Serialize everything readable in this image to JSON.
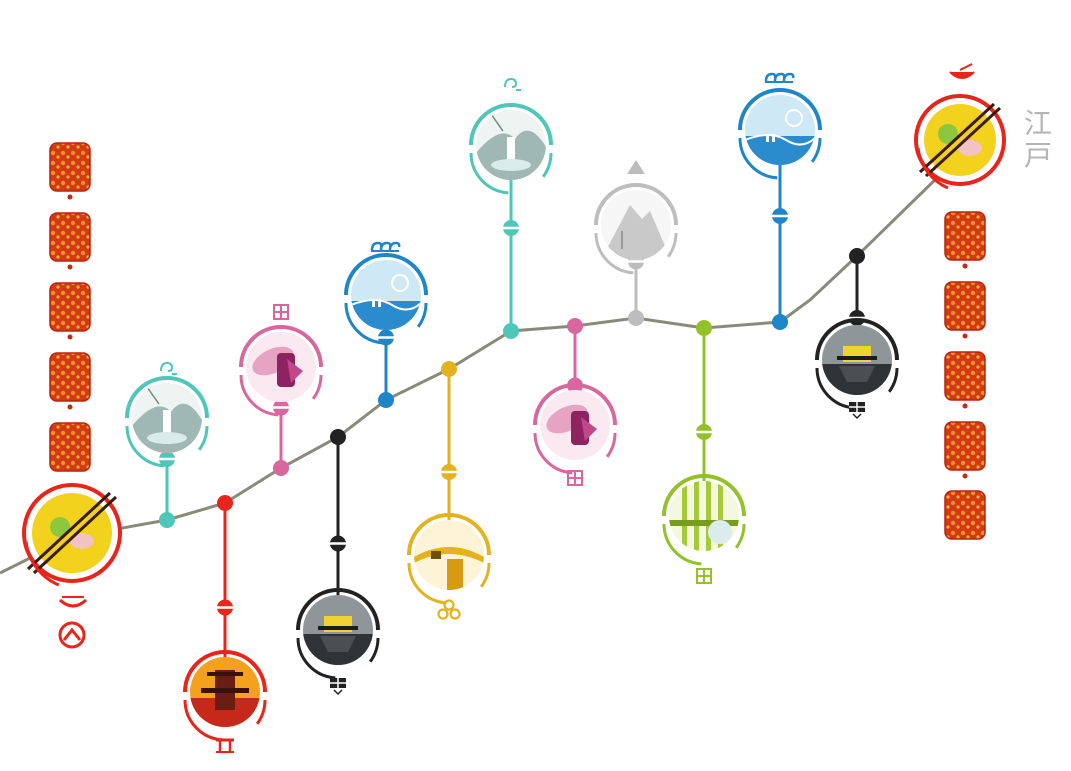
{
  "terminal_text": {
    "edo_char_1": "江",
    "edo_char_2": "戸"
  },
  "colors": {
    "route": "#8a8a7a",
    "teal": "#4ec6b8",
    "red": "#e8241b",
    "pink": "#d9679e",
    "black": "#222222",
    "blue": "#1e86c8",
    "gold": "#e4b21e",
    "grey": "#bdbdbd",
    "green": "#93c12a",
    "dark_grey": "#3a3a3a",
    "tile_red": "#c42a10",
    "tile_orange": "#f07a18",
    "terminal_yellow": "#f2d21c"
  },
  "stations": [
    {
      "id": "waterfall-1",
      "color_key": "teal",
      "motif": "waterfall",
      "symbol": "swirl"
    },
    {
      "id": "temple",
      "color_key": "red",
      "motif": "temple",
      "symbol": "torii"
    },
    {
      "id": "sake",
      "color_key": "pink",
      "motif": "sake",
      "symbol": "kanji"
    },
    {
      "id": "castle-1",
      "color_key": "black",
      "motif": "castle",
      "symbol": "crest"
    },
    {
      "id": "sea-1",
      "color_key": "blue",
      "motif": "sea",
      "symbol": "waves"
    },
    {
      "id": "bridge",
      "color_key": "gold",
      "motif": "bridge",
      "symbol": "coins"
    },
    {
      "id": "waterfall-2",
      "color_key": "teal",
      "motif": "waterfall",
      "symbol": "swirl"
    },
    {
      "id": "geisha",
      "color_key": "pink",
      "motif": "geisha",
      "symbol": "kanji"
    },
    {
      "id": "mountain",
      "color_key": "grey",
      "motif": "mountain",
      "symbol": "peak"
    },
    {
      "id": "bamboo",
      "color_key": "green",
      "motif": "bamboo",
      "symbol": "kanji"
    },
    {
      "id": "sea-2",
      "color_key": "blue",
      "motif": "sea",
      "symbol": "waves"
    },
    {
      "id": "castle-2",
      "color_key": "black",
      "motif": "castle",
      "symbol": "crest"
    }
  ]
}
